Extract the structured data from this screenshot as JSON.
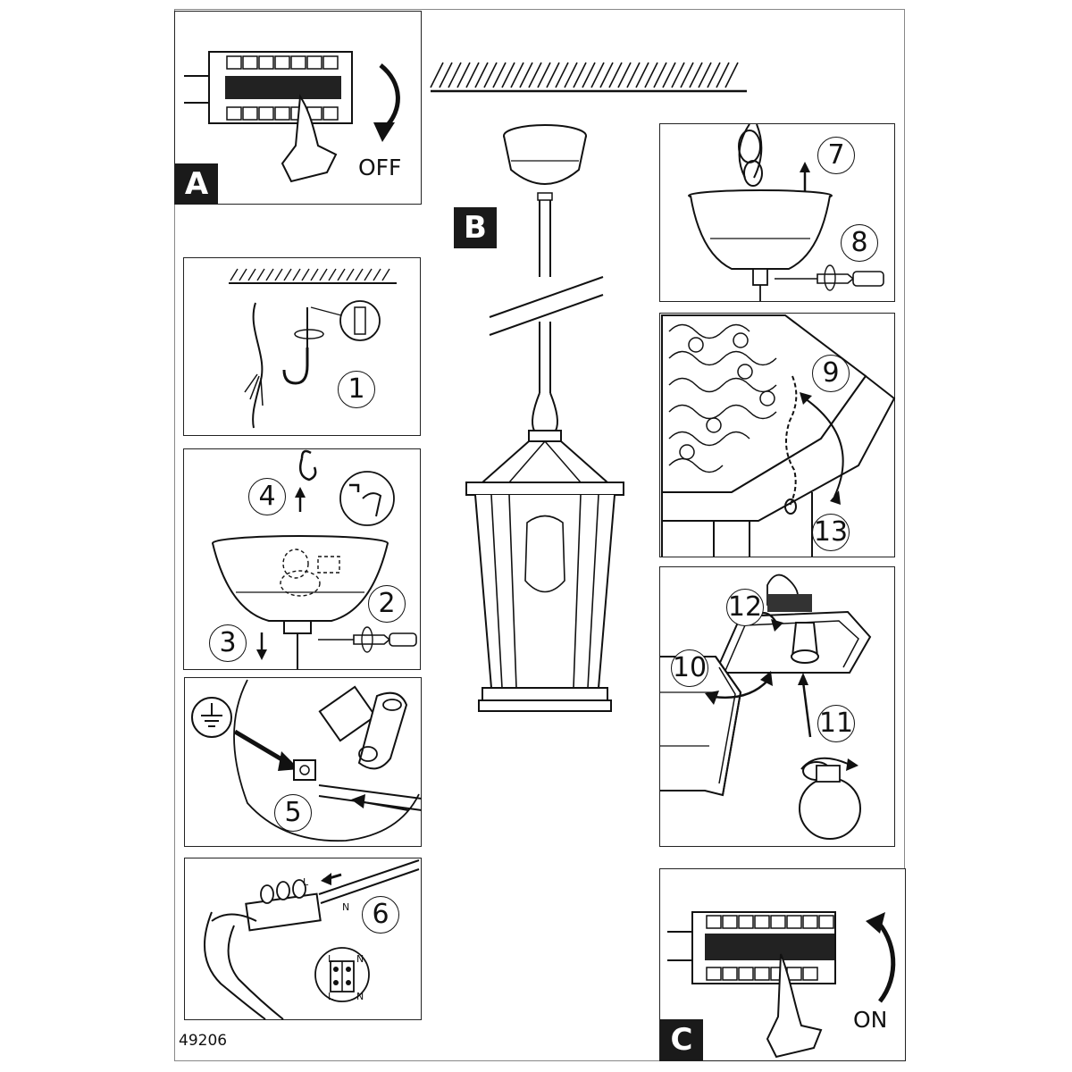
{
  "sheet": {
    "product_code": "49206",
    "badges": {
      "a": "A",
      "b": "B",
      "c": "C"
    },
    "switch_off": "OFF",
    "switch_on": "ON",
    "steps": [
      "1",
      "2",
      "3",
      "4",
      "5",
      "6",
      "7",
      "8",
      "9",
      "10",
      "11",
      "12",
      "13"
    ],
    "wire_labels": {
      "live": "L",
      "neutral": "N"
    }
  }
}
